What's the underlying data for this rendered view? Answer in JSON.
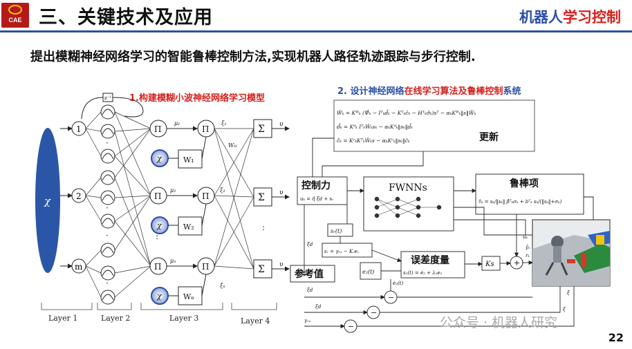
{
  "header": {
    "logo_text": "CAE",
    "title": "三、关键技术及应用",
    "brand_part1": "机器人",
    "brand_part2": "学习控制"
  },
  "subtitle": "提出模糊神经网络学习的智能鲁棒控制方法,实现机器人路径轨迹跟踪与步行控制.",
  "left_panel": {
    "heading": "1.构建模糊小波神经网络学习模型",
    "input_label": "χ",
    "node_labels": [
      "1",
      "2",
      "m"
    ],
    "weight_labels": [
      "W₁",
      "W₂",
      "Wₙ"
    ],
    "layers": [
      "Layer 1",
      "Layer 2",
      "Layer 3",
      "Layer 4"
    ]
  },
  "right_panel": {
    "heading_part1": "2. 设计神经网络",
    "heading_part2": "在线学习算法及鲁棒控制",
    "heading_part3": "系统",
    "update_label": "更新",
    "control_force_label": "控制力",
    "fwnn_label": "FWNNs",
    "robust_label": "鲁棒项",
    "error_label": "误差度量",
    "reference_label": "参考值",
    "ks_label": "Ks"
  },
  "watermark": "公众号 · 机器人研究",
  "page_number": "22"
}
